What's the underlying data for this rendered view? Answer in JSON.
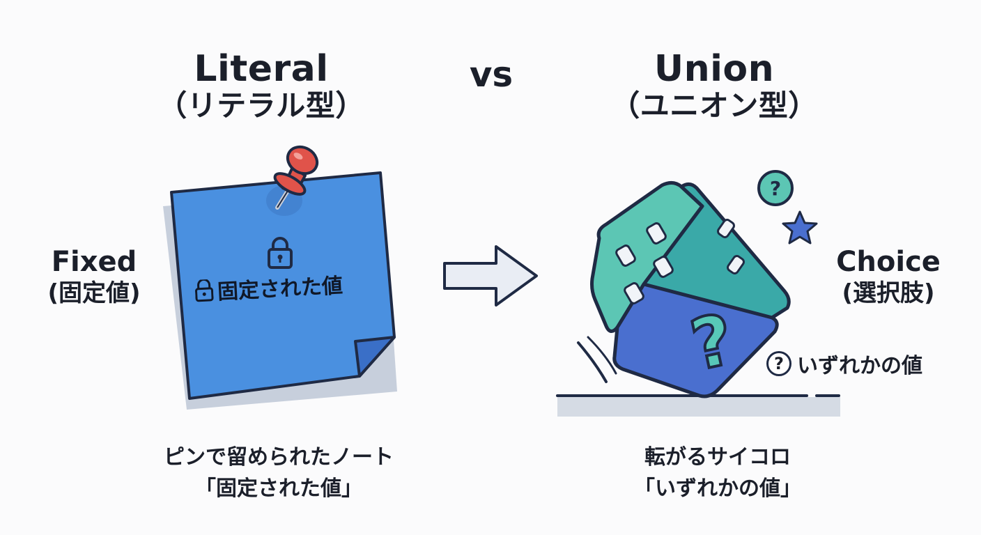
{
  "literal": {
    "title_en": "Literal",
    "title_jp": "（リテラル型）",
    "side_en": "Fixed",
    "side_jp": "(固定値)",
    "note_lock_text": "固定された値",
    "caption_line1": "ピンで留められたノート",
    "caption_line2": "「固定された値」",
    "icons": [
      "push-pin-icon",
      "lock-icon",
      "sticky-note-icon"
    ]
  },
  "vs": "vs",
  "union": {
    "title_en": "Union",
    "title_jp": "（ユニオン型）",
    "side_en": "Choice",
    "side_jp": "(選択肢)",
    "either_text": "いずれかの値",
    "question_mark": "?",
    "caption_line1": "転がるサイコロ",
    "caption_line2": "「いずれかの値」",
    "icons": [
      "dice-icon",
      "question-bubble-icon",
      "star-icon",
      "question-circle-icon"
    ]
  },
  "colors": {
    "note_blue": "#4a90e0",
    "note_shadow": "#c7cfdc",
    "pin_red": "#e0534a",
    "dice_teal": "#5cc6b4",
    "dice_teal_dark": "#3aa9a8",
    "dice_blue": "#4a6fcf",
    "outline": "#1f2a44",
    "arrow_fill": "#e9edf4"
  }
}
